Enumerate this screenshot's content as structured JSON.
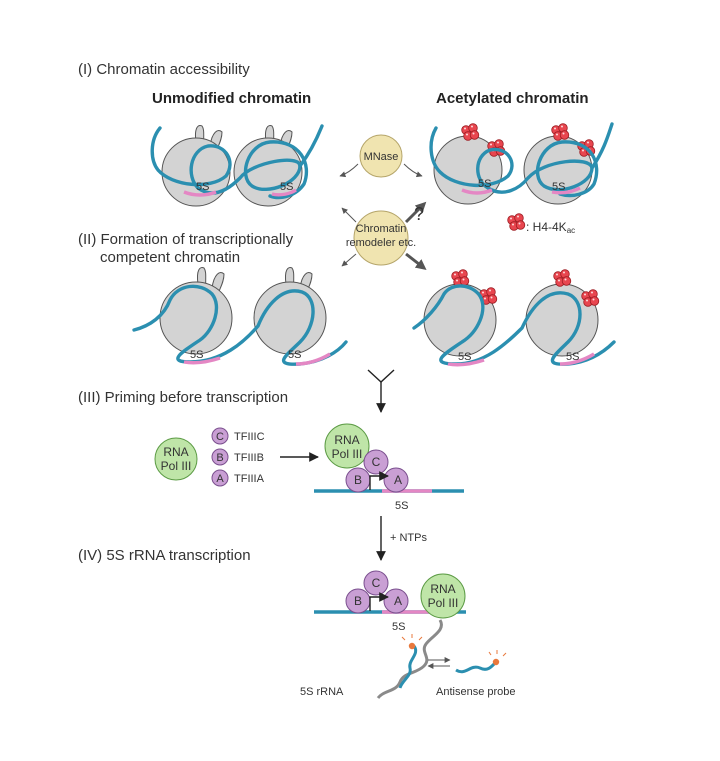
{
  "sections": {
    "s1": "(I) Chromatin accessibility",
    "s2_line1": "(II) Formation of transcriptionally",
    "s2_line2": "competent chromatin",
    "s3": "(III) Priming before transcription",
    "s4": "(IV) 5S rRNA transcription"
  },
  "headings": {
    "unmodified": "Unmodified chromatin",
    "acetylated": "Acetylated chromatin"
  },
  "labels": {
    "mnase": "MNase",
    "remodeler_line1": "Chromatin",
    "remodeler_line2": "remodeler etc.",
    "question": "?",
    "h4_legend": ": H4-4K",
    "h4_sub": "ac",
    "fiveS": "5S",
    "rna_pol_line1": "RNA",
    "rna_pol_line2": "Pol III",
    "tfiiic": "TFIIIC",
    "tfiiib": "TFIIIB",
    "tfiiia": "TFIIIA",
    "C": "C",
    "B": "B",
    "A": "A",
    "ntps": "+ NTPs",
    "rrna": "5S rRNA",
    "probe": "Antisense probe"
  },
  "colors": {
    "dna": "#2b8fb0",
    "five_s_region": "#e487c4",
    "histone_core": "#d3d3d3",
    "acetyl_mark": "#e8464f",
    "transcription_factor": "#c99fd4",
    "rna_pol": "#bfe5a8",
    "mnase": "#f0e4b0"
  }
}
